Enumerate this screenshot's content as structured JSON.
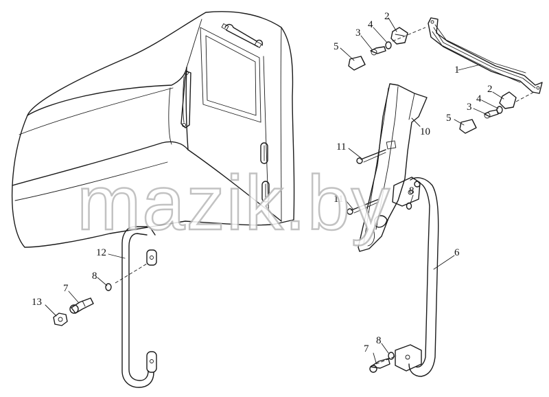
{
  "watermark": "mazik.by",
  "corner_note": "",
  "callouts": [
    {
      "id": "1",
      "text": "1"
    },
    {
      "id": "2a",
      "text": "2"
    },
    {
      "id": "2b",
      "text": "2"
    },
    {
      "id": "3a",
      "text": "3"
    },
    {
      "id": "3b",
      "text": "3"
    },
    {
      "id": "4a",
      "text": "4"
    },
    {
      "id": "4b",
      "text": "4"
    },
    {
      "id": "5a",
      "text": "5"
    },
    {
      "id": "5b",
      "text": "5"
    },
    {
      "id": "6",
      "text": "6"
    },
    {
      "id": "7a",
      "text": "7"
    },
    {
      "id": "7b",
      "text": "7"
    },
    {
      "id": "8a",
      "text": "8"
    },
    {
      "id": "8b",
      "text": "8"
    },
    {
      "id": "8c",
      "text": "8"
    },
    {
      "id": "10",
      "text": "10"
    },
    {
      "id": "11a",
      "text": "11"
    },
    {
      "id": "11b",
      "text": "11"
    },
    {
      "id": "12",
      "text": "12"
    },
    {
      "id": "13",
      "text": "13"
    }
  ]
}
